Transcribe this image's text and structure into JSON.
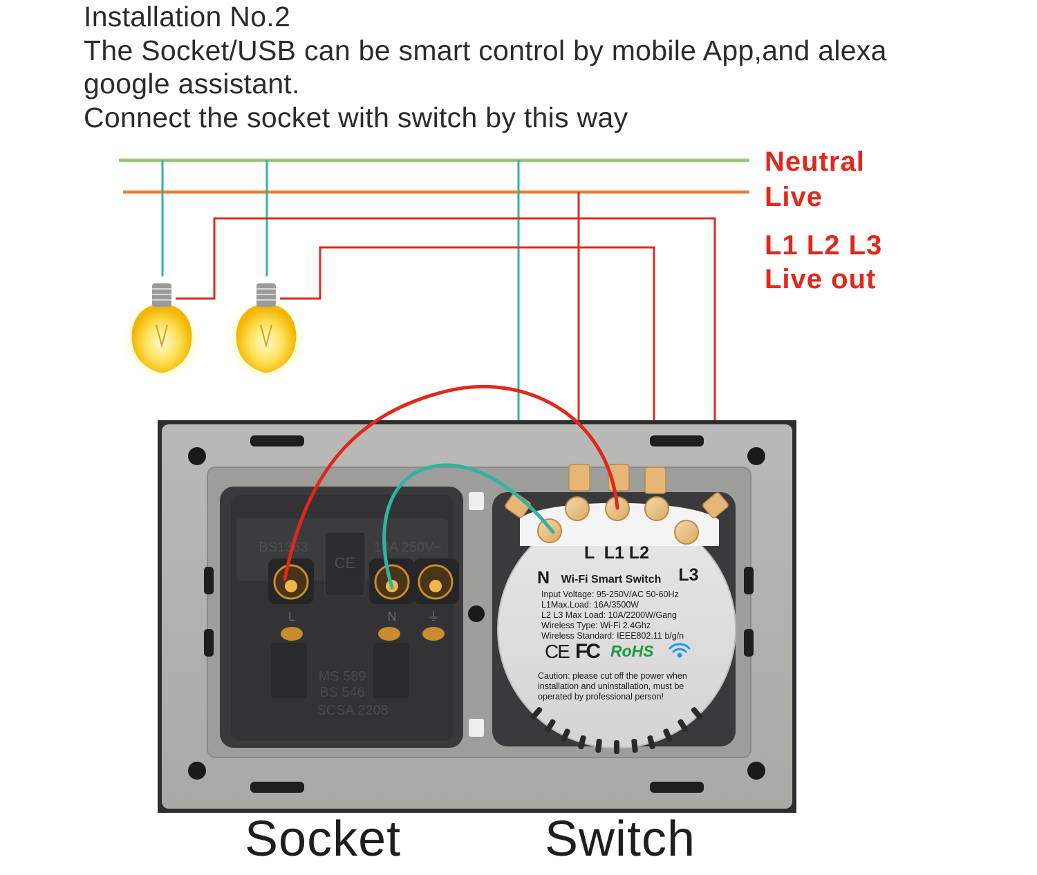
{
  "header": {
    "lines": [
      "Installation No.2",
      "The Socket/USB can be smart control by mobile App,and alexa",
      "google assistant.",
      "Connect the socket with switch by this way"
    ]
  },
  "legend": {
    "neutral": "Neutral",
    "live": "Live",
    "live_out_1": "L1 L2 L3",
    "live_out_2": "Live out"
  },
  "colors": {
    "neutral_wire": "#2fb3a2",
    "live_wire": "#e0281b",
    "neutral_bus": "#8fc46a",
    "live_bus": "#e8762d",
    "label_red": "#e0281b"
  },
  "socket": {
    "embossed_1": "BS1363",
    "embossed_2": "13A 250V~",
    "embossed_3": "CE",
    "term_l": "L",
    "term_n": "N",
    "term_e": "⏚",
    "embossed_4": "MS 589",
    "embossed_5": "BS 546",
    "embossed_6": "SCSA 2208"
  },
  "switch_module": {
    "terminals": "L  L1 L2",
    "terminal_n": "N",
    "terminal_l3": "L3",
    "product": "Wi-Fi Smart Switch",
    "specs": [
      "Input Voltage: 95-250V/AC 50-60Hz",
      "L1Max.Load: 16A/3500W",
      "L2 L3 Max Load: 10A/2200W/Gang",
      "Wireless Type: Wi-Fi 2.4Ghz",
      "Wireless Standard: IEEE802.11 b/g/n"
    ],
    "cert_ce": "CE",
    "cert_fc": "FC",
    "cert_rohs": "RoHS",
    "wifi_icon": "wifi-icon",
    "caution": [
      "Caution: please cut off the power when",
      "installation and uninstallation, must be",
      "operated by professional person!"
    ]
  },
  "captions": {
    "socket": "Socket",
    "switch": "Switch"
  }
}
